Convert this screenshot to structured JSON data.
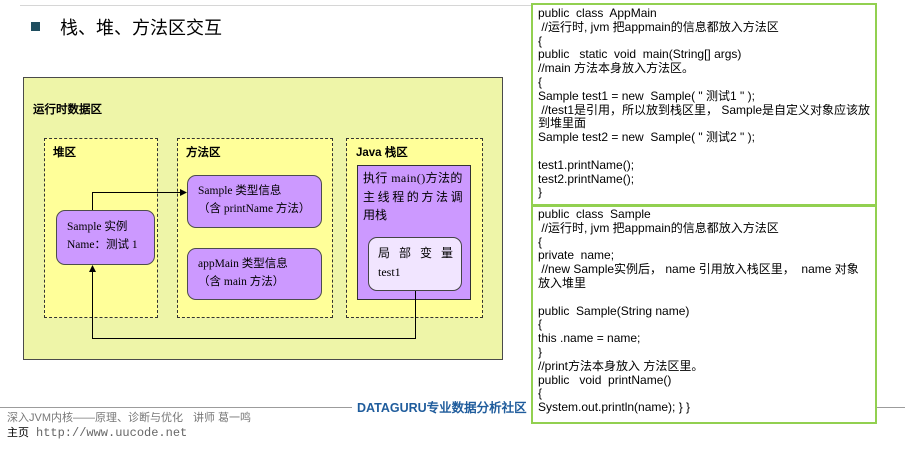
{
  "slide": {
    "title": "栈、堆、方法区交互"
  },
  "theme": {
    "colors": {
      "bullet": "#1f4e5f",
      "runtime-area": "#eef5a8",
      "region": "#ffff99",
      "purple": "#cc99ff",
      "local-vars": "#f1e5ff",
      "panel-border": "#92d050",
      "brand": "#1f5c9c",
      "footer-text": "#777777"
    }
  },
  "diagram": {
    "runtime_area_label": "运行时数据区",
    "heap": {
      "label": "堆区",
      "instance": {
        "line1": "Sample 实例",
        "line2": "Name：测试 1"
      }
    },
    "method_area": {
      "label": "方法区",
      "sample_type": {
        "line1": "Sample 类型信息",
        "line2": "（含 printName 方法）"
      },
      "appmain_type": {
        "line1": "appMain 类型信息",
        "line2": "（含 main 方法）"
      }
    },
    "java_stack": {
      "label": "Java 栈区",
      "thread_desc_lines": [
        "执行 main()方法的",
        "主线程的方法调",
        "用栈"
      ],
      "local_vars": {
        "label": "局部变量",
        "var": "test1"
      }
    }
  },
  "code_panels": [
    {
      "lines": [
        "public  class  AppMain",
        " //运行时, jvm 把appmain的信息都放入方法区",
        "{",
        "public   static  void  main(String[] args)",
        "//main 方法本身放入方法区。",
        "{",
        "Sample test1 = new  Sample( \" 测试1 \" );",
        " //test1是引用，所以放到栈区里， Sample是自定义对象应该放",
        "到堆里面",
        "Sample test2 = new  Sample( \" 测试2 \" );",
        "test1.printName();",
        "test2.printName();",
        "}"
      ]
    },
    {
      "lines": [
        "public  class  Sample",
        " //运行时, jvm 把appmain的信息都放入方法区",
        "{",
        "private  name;",
        " //new Sample实例后， name 引用放入栈区里，  name 对象",
        "放入堆里",
        "public  Sample(String name)",
        "{",
        "this .name = name;",
        "}",
        "//print方法本身放入 方法区里。",
        "public   void  printName()",
        "{",
        "System.out.println(name); } }"
      ]
    }
  ],
  "footer": {
    "course": "深入JVM内核——原理、诊断与优化",
    "lecturer": "讲师 葛一鸣",
    "home_label": "主页",
    "home_url": "http://www.uucode.net",
    "brand": "DATAGURU专业数据分析社区"
  }
}
